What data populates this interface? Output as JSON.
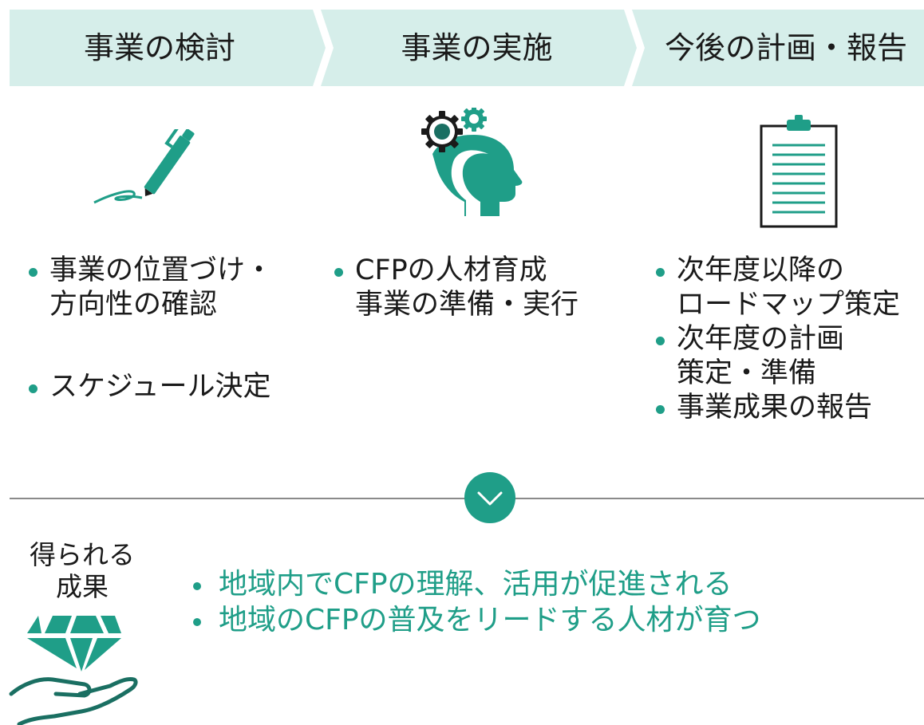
{
  "colors": {
    "accent": "#1f9e88",
    "step_bg": "#d6eeea",
    "text": "#1a1a1a",
    "divider": "#8a8a8a"
  },
  "steps": [
    {
      "label": "事業の検討",
      "icon": "pen-icon"
    },
    {
      "label": "事業の実施",
      "icon": "gears-head-icon"
    },
    {
      "label": "今後の計画・報告",
      "icon": "clipboard-icon"
    }
  ],
  "columns": [
    {
      "items": [
        {
          "lines": [
            "事業の位置づけ・",
            "方向性の確認"
          ]
        },
        {
          "lines": [
            "スケジュール決定"
          ]
        }
      ]
    },
    {
      "items": [
        {
          "lines": [
            "CFPの人材育成",
            "事業の準備・実行"
          ]
        }
      ]
    },
    {
      "items": [
        {
          "lines": [
            "次年度以降の",
            "ロードマップ策定"
          ]
        },
        {
          "lines": [
            "次年度の計画",
            "策定・準備"
          ]
        },
        {
          "lines": [
            "事業成果の報告"
          ]
        }
      ]
    }
  ],
  "divider_icon": "chevron-down-icon",
  "result": {
    "label_line1": "得られる",
    "label_line2": "成果",
    "icon": "gem-in-hand-icon",
    "outcomes": [
      "地域内でCFPの理解、活用が促進される",
      "地域のCFPの普及をリードする人材が育つ"
    ]
  }
}
